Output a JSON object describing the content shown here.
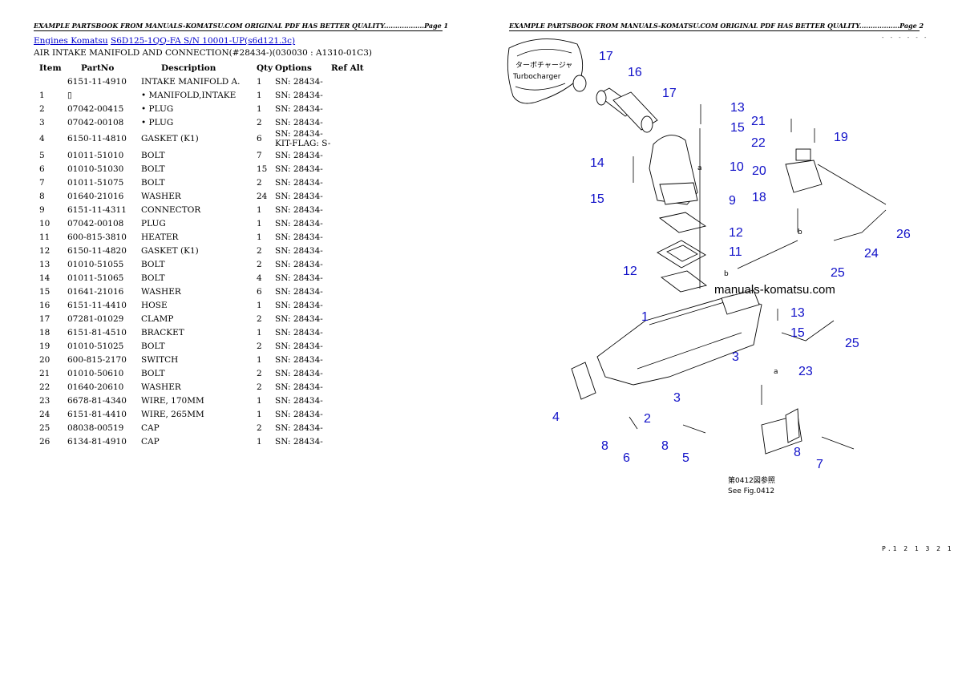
{
  "page1": {
    "header": "EXAMPLE PARTSBOOK FROM MANUALS-KOMATSU.COM ORIGINAL PDF HAS BETTER QUALITY..................Page 1",
    "breadcrumb": {
      "link1": "Engines Komatsu",
      "link2": "S6D125-1QQ-FA S/N 10001-UP(s6d121.3c)"
    },
    "subtitle": "AIR INTAKE MANIFOLD AND CONNECTION(#28434-)(030030 : A1310-01C3)",
    "columns": [
      "Item",
      "PartNo",
      "Description",
      "Qty",
      "Options",
      "Ref Alt"
    ],
    "rows": [
      {
        "item": "",
        "partno": "6151-11-4910",
        "desc": "INTAKE MANIFOLD A.",
        "qty": "1",
        "opt": "SN: 28434-",
        "opt2": ""
      },
      {
        "item": "1",
        "partno": "▯",
        "desc": "• MANIFOLD,INTAKE",
        "qty": "1",
        "opt": "SN: 28434-",
        "opt2": ""
      },
      {
        "item": "2",
        "partno": "07042-00415",
        "desc": "• PLUG",
        "qty": "1",
        "opt": "SN: 28434-",
        "opt2": ""
      },
      {
        "item": "3",
        "partno": "07042-00108",
        "desc": "• PLUG",
        "qty": "2",
        "opt": "SN: 28434-",
        "opt2": ""
      },
      {
        "item": "4",
        "partno": "6150-11-4810",
        "desc": "GASKET (K1)",
        "qty": "6",
        "opt": "SN: 28434-",
        "opt2": "KIT-FLAG: S-"
      },
      {
        "item": "5",
        "partno": "01011-51010",
        "desc": "BOLT",
        "qty": "7",
        "opt": "SN: 28434-",
        "opt2": ""
      },
      {
        "item": "6",
        "partno": "01010-51030",
        "desc": "BOLT",
        "qty": "15",
        "opt": "SN: 28434-",
        "opt2": ""
      },
      {
        "item": "7",
        "partno": "01011-51075",
        "desc": "BOLT",
        "qty": "2",
        "opt": "SN: 28434-",
        "opt2": ""
      },
      {
        "item": "8",
        "partno": "01640-21016",
        "desc": "WASHER",
        "qty": "24",
        "opt": "SN: 28434-",
        "opt2": ""
      },
      {
        "item": "9",
        "partno": "6151-11-4311",
        "desc": "CONNECTOR",
        "qty": "1",
        "opt": "SN: 28434-",
        "opt2": ""
      },
      {
        "item": "10",
        "partno": "07042-00108",
        "desc": "PLUG",
        "qty": "1",
        "opt": "SN: 28434-",
        "opt2": ""
      },
      {
        "item": "11",
        "partno": "600-815-3810",
        "desc": "HEATER",
        "qty": "1",
        "opt": "SN: 28434-",
        "opt2": ""
      },
      {
        "item": "12",
        "partno": "6150-11-4820",
        "desc": "GASKET (K1)",
        "qty": "2",
        "opt": "SN: 28434-",
        "opt2": ""
      },
      {
        "item": "13",
        "partno": "01010-51055",
        "desc": "BOLT",
        "qty": "2",
        "opt": "SN: 28434-",
        "opt2": ""
      },
      {
        "item": "14",
        "partno": "01011-51065",
        "desc": "BOLT",
        "qty": "4",
        "opt": "SN: 28434-",
        "opt2": ""
      },
      {
        "item": "15",
        "partno": "01641-21016",
        "desc": "WASHER",
        "qty": "6",
        "opt": "SN: 28434-",
        "opt2": ""
      },
      {
        "item": "16",
        "partno": "6151-11-4410",
        "desc": "HOSE",
        "qty": "1",
        "opt": "SN: 28434-",
        "opt2": ""
      },
      {
        "item": "17",
        "partno": "07281-01029",
        "desc": "CLAMP",
        "qty": "2",
        "opt": "SN: 28434-",
        "opt2": ""
      },
      {
        "item": "18",
        "partno": "6151-81-4510",
        "desc": "BRACKET",
        "qty": "1",
        "opt": "SN: 28434-",
        "opt2": ""
      },
      {
        "item": "19",
        "partno": "01010-51025",
        "desc": "BOLT",
        "qty": "2",
        "opt": "SN: 28434-",
        "opt2": ""
      },
      {
        "item": "20",
        "partno": "600-815-2170",
        "desc": "SWITCH",
        "qty": "1",
        "opt": "SN: 28434-",
        "opt2": ""
      },
      {
        "item": "21",
        "partno": "01010-50610",
        "desc": "BOLT",
        "qty": "2",
        "opt": "SN: 28434-",
        "opt2": ""
      },
      {
        "item": "22",
        "partno": "01640-20610",
        "desc": "WASHER",
        "qty": "2",
        "opt": "SN: 28434-",
        "opt2": ""
      },
      {
        "item": "23",
        "partno": "6678-81-4340",
        "desc": "WIRE, 170MM",
        "qty": "1",
        "opt": "SN: 28434-",
        "opt2": ""
      },
      {
        "item": "24",
        "partno": "6151-81-4410",
        "desc": "WIRE, 265MM",
        "qty": "1",
        "opt": "SN: 28434-",
        "opt2": ""
      },
      {
        "item": "25",
        "partno": "08038-00519",
        "desc": "CAP",
        "qty": "2",
        "opt": "SN: 28434-",
        "opt2": ""
      },
      {
        "item": "26",
        "partno": "6134-81-4910",
        "desc": "CAP",
        "qty": "1",
        "opt": "SN: 28434-",
        "opt2": ""
      }
    ]
  },
  "page2": {
    "header": "EXAMPLE PARTSBOOK FROM MANUALS-KOMATSU.COM ORIGINAL PDF HAS BETTER QUALITY..................Page 2",
    "corner_mark": "- - - - - -",
    "watermark": "manuals-komatsu.com",
    "turbo_jp": "ターボチャージャ",
    "turbo_en": "Turbocharger",
    "see_fig_jp": "第0412図参照",
    "see_fig_en": "See Fig.0412",
    "footer_code": "P.1 2 1 3 2 1",
    "letter_a": "a",
    "letter_b": "b",
    "callout_color": "#1010c8"
  }
}
